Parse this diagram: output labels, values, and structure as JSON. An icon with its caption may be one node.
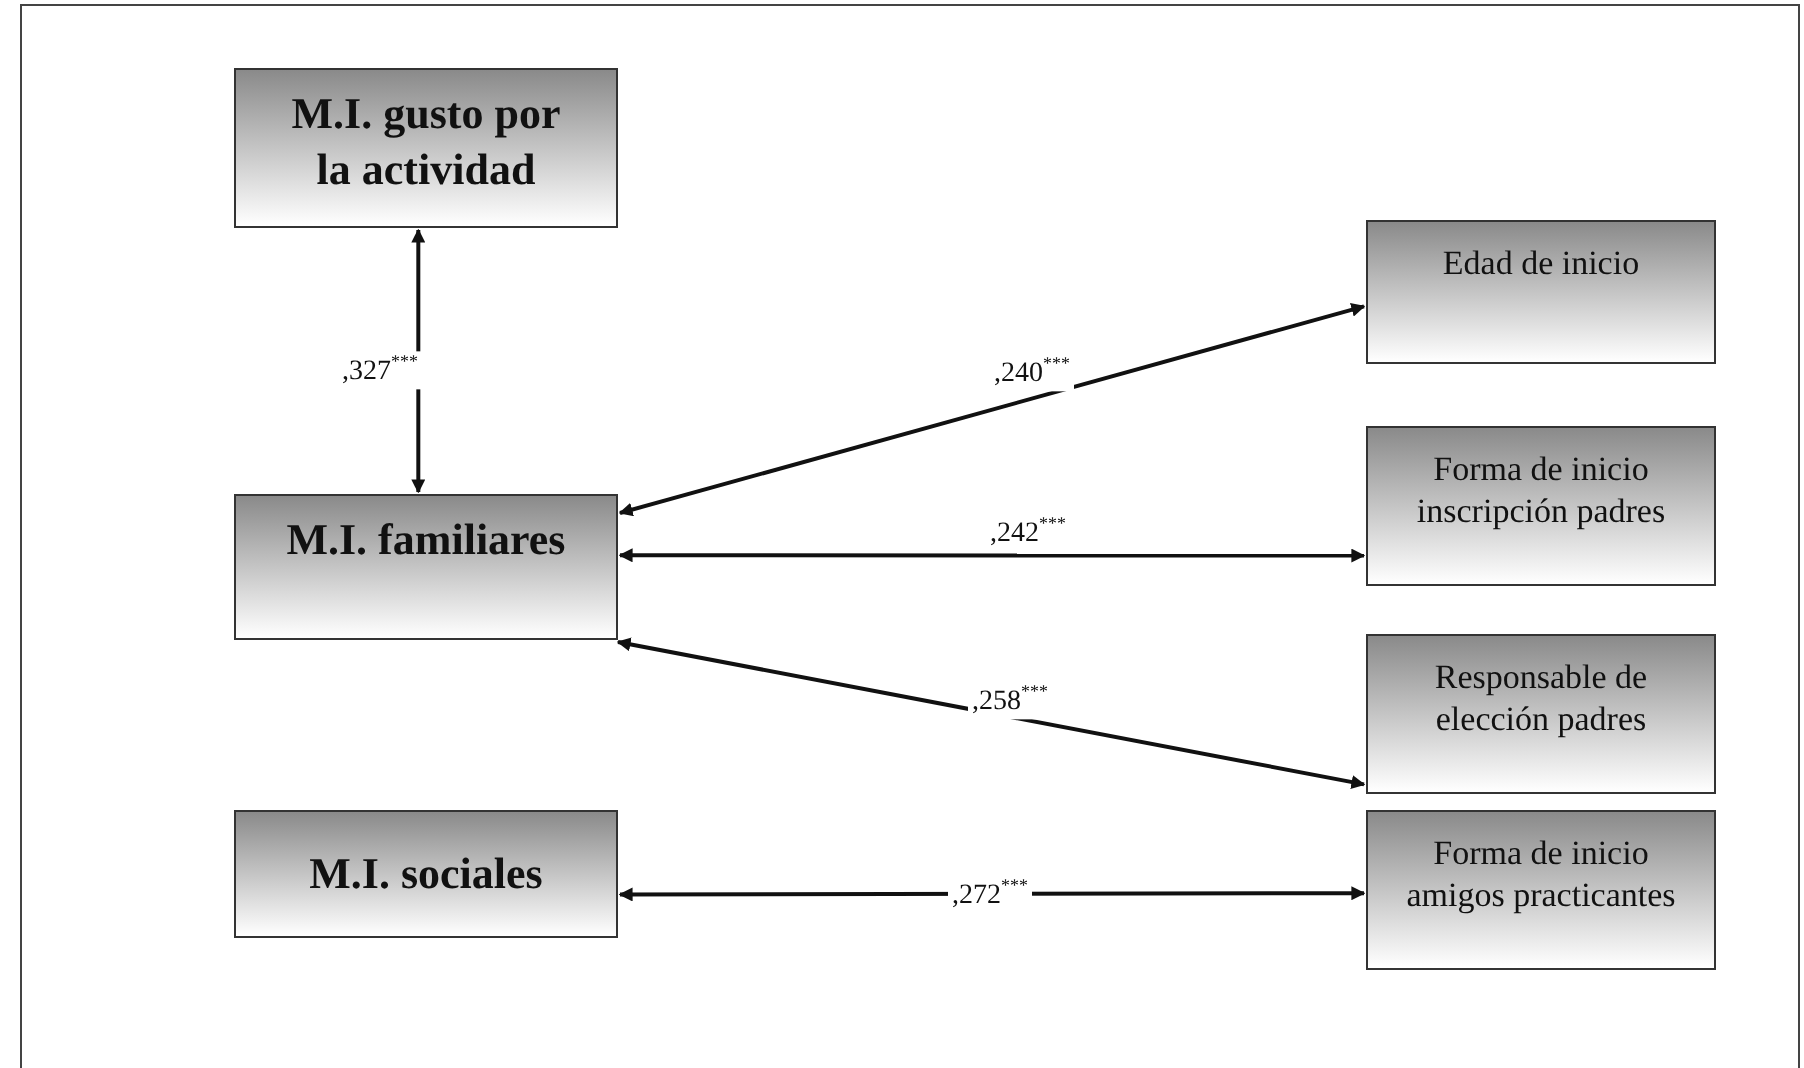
{
  "diagram": {
    "nodes": [
      {
        "text": [
          "M.I. gusto por la actividad"
        ]
      },
      {
        "text": [
          "Edad de inicio"
        ]
      },
      {
        "text": [
          "Forma de inicio inscripción padres"
        ]
      },
      {
        "text": [
          "M.I. familiares"
        ]
      },
      {
        "text": [
          "Responsable de elección padres"
        ]
      },
      {
        "text": [
          "M.I. sociales"
        ]
      },
      {
        "text": [
          "Forma de inicio amigos practicantes"
        ]
      }
    ],
    "edges": [
      {
        "from": 0,
        "to": 3,
        "arrow": "both",
        "label": ",327$^{***}$"
      },
      {
        "from": 3,
        "to": 1,
        "arrow": "both",
        "label": ",240$^{***}$"
      },
      {
        "from": 3,
        "to": 2,
        "arrow": "both",
        "label": ",242$^{***}$"
      },
      {
        "from": 4,
        "to": 3,
        "arrow": "both",
        "label": ",258$^{***}$"
      },
      {
        "from": 5,
        "to": 6,
        "arrow": "both",
        "label": ",272$^{***}$"
      }
    ]
  }
}
